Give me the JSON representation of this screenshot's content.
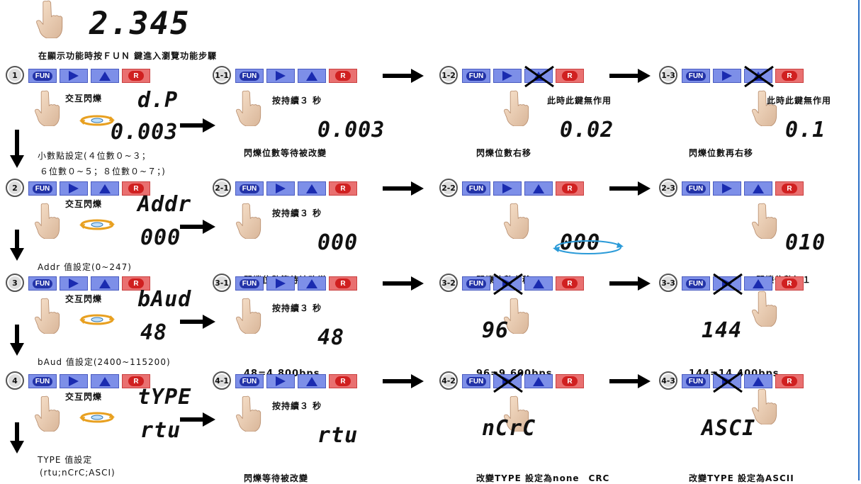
{
  "top": {
    "display": "2.345",
    "caption": "在顯示功能時按ＦＵＮ 鍵進入瀏覽功能步驟"
  },
  "buttons": {
    "fun": "FUN",
    "r": "R"
  },
  "rows": [
    {
      "steps": [
        {
          "num": "1",
          "label": "交互閃爍",
          "display_top": "d.P",
          "display": "0.003",
          "caption": "小數點設定(４位數０~３；",
          "caption2": "６位數０~５；８位數０~７；)"
        },
        {
          "num": "1-1",
          "label": "按持續３ 秒",
          "display": "0.003",
          "caption": "閃爍位數等待被改變"
        },
        {
          "num": "1-2",
          "label": "此時此鍵無作用",
          "display": "0.02",
          "caption": "閃爍位數右移"
        },
        {
          "num": "1-3",
          "label": "此時此鍵無作用",
          "display": "0.1",
          "caption": "閃爍位數再右移"
        }
      ]
    },
    {
      "steps": [
        {
          "num": "2",
          "label": "交互閃爍",
          "display_top": "Addr",
          "display": "000",
          "caption": "Addr 值設定(0~247)"
        },
        {
          "num": "2-1",
          "label": "按持續３ 秒",
          "display": "000",
          "caption": "閃爍位數等待被改變"
        },
        {
          "num": "2-2",
          "label": "",
          "display": "000",
          "caption": "閃爍位數右移"
        },
        {
          "num": "2-3",
          "label": "",
          "display": "010",
          "caption": "閃爍位數加１"
        }
      ]
    },
    {
      "steps": [
        {
          "num": "3",
          "label": "交互閃爍",
          "display_top": "bAud",
          "display": "48",
          "caption": "bAud 值設定(2400~115200)"
        },
        {
          "num": "3-1",
          "label": "按持續３ 秒",
          "display": "48",
          "caption": "48=4,800bps"
        },
        {
          "num": "3-2",
          "label": "",
          "display": "96",
          "caption": "96=9,600bps"
        },
        {
          "num": "3-3",
          "label": "",
          "display": "144",
          "caption": "144=14,400bps"
        }
      ]
    },
    {
      "steps": [
        {
          "num": "4",
          "label": "交互閃爍",
          "display_top": "tYPE",
          "display": "rtu",
          "caption": "TYPE 值設定",
          "caption2": "(rtu;nCrC;ASCI)"
        },
        {
          "num": "4-1",
          "label": "按持續３ 秒",
          "display": "rtu",
          "caption": "閃爍等待被改變"
        },
        {
          "num": "4-2",
          "label": "",
          "display": "nCrC",
          "caption": "改變TYPE 設定為none　CRC"
        },
        {
          "num": "4-3",
          "label": "",
          "display": "ASCI",
          "caption": "改變TYPE 設定為ASCII"
        }
      ]
    }
  ],
  "icons": [
    "hand-pointing-icon",
    "rotate-arrows-icon",
    "right-arrow-icon",
    "down-arrow-icon",
    "right-triangle-icon",
    "up-triangle-icon",
    "cross-icon"
  ]
}
